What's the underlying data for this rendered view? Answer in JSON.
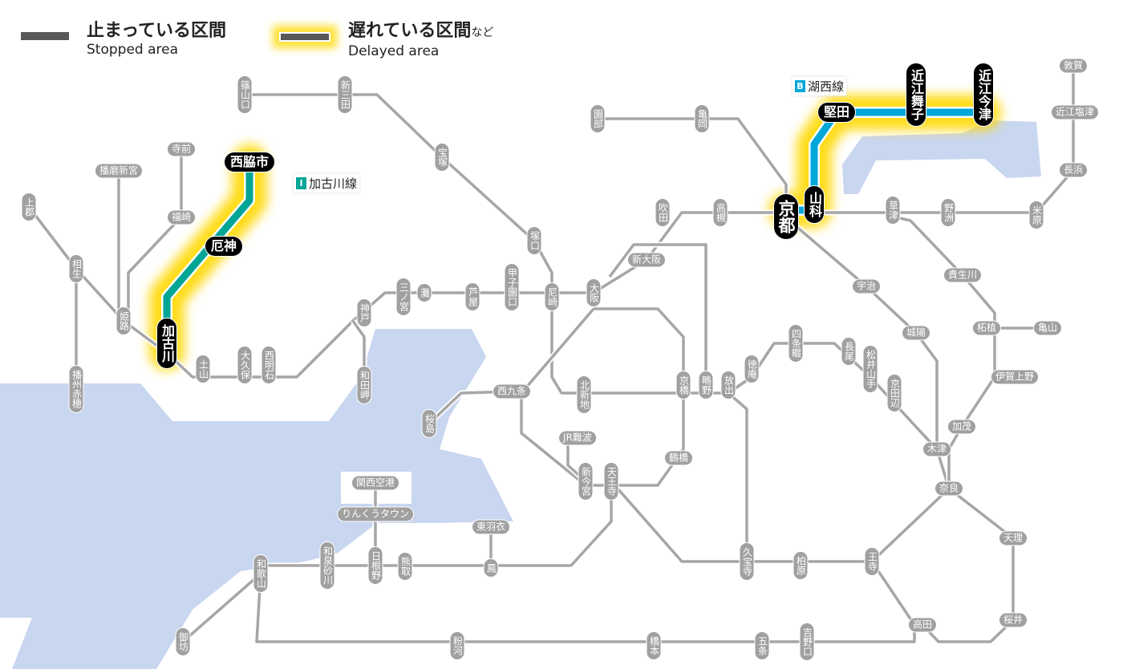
{
  "legend": {
    "stopped": {
      "jp": "止まっている区間",
      "en": "Stopped area",
      "color": "#58585a"
    },
    "delayed": {
      "jp": "遅れている区間",
      "jp_suffix": "など",
      "en": "Delayed area",
      "glow": "#ffe033"
    }
  },
  "line_labels": [
    {
      "badge": "I",
      "name": "加古川線",
      "color": "#00a596"
    },
    {
      "badge": "B",
      "name": "湖西線",
      "color": "#00a7d8"
    }
  ],
  "colors": {
    "water": "#c8d6f0",
    "line": "#a6a6a6",
    "station": "#a0a0a0",
    "highlight_station": "#000000",
    "kakogawa": "#00a596",
    "kosei": "#00a7d8"
  },
  "stations": [
    {
      "name": "篠山口"
    },
    {
      "name": "新三田"
    },
    {
      "name": "宝塚"
    },
    {
      "name": "塚口"
    },
    {
      "name": "尼崎"
    },
    {
      "name": "甲子園口"
    },
    {
      "name": "芦屋"
    },
    {
      "name": "灘"
    },
    {
      "name": "三ノ宮"
    },
    {
      "name": "神戸"
    },
    {
      "name": "和田岬"
    },
    {
      "name": "西明石"
    },
    {
      "name": "大久保"
    },
    {
      "name": "土山"
    },
    {
      "name": "加古川",
      "status": "delayed"
    },
    {
      "name": "厄神",
      "status": "delayed"
    },
    {
      "name": "西脇市",
      "status": "delayed"
    },
    {
      "name": "姫路"
    },
    {
      "name": "相生"
    },
    {
      "name": "上郡"
    },
    {
      "name": "播磨新宮"
    },
    {
      "name": "寺前"
    },
    {
      "name": "福崎"
    },
    {
      "name": "播州赤穂"
    },
    {
      "name": "大阪"
    },
    {
      "name": "新大阪"
    },
    {
      "name": "吹田"
    },
    {
      "name": "高槻"
    },
    {
      "name": "京都",
      "status": "delayed"
    },
    {
      "name": "山科",
      "status": "delayed"
    },
    {
      "name": "堅田",
      "status": "delayed"
    },
    {
      "name": "近江舞子",
      "status": "delayed"
    },
    {
      "name": "近江今津",
      "status": "delayed"
    },
    {
      "name": "近江塩津"
    },
    {
      "name": "敦賀"
    },
    {
      "name": "長浜"
    },
    {
      "name": "米原"
    },
    {
      "name": "野洲"
    },
    {
      "name": "草津"
    },
    {
      "name": "貴生川"
    },
    {
      "name": "柘植"
    },
    {
      "name": "亀山"
    },
    {
      "name": "伊賀上野"
    },
    {
      "name": "加茂"
    },
    {
      "name": "木津"
    },
    {
      "name": "奈良"
    },
    {
      "name": "天理"
    },
    {
      "name": "桜井"
    },
    {
      "name": "高田"
    },
    {
      "name": "王寺"
    },
    {
      "name": "柏原"
    },
    {
      "name": "久宝寺"
    },
    {
      "name": "宇治"
    },
    {
      "name": "城陽"
    },
    {
      "name": "京田辺"
    },
    {
      "name": "松井山手"
    },
    {
      "name": "長尾"
    },
    {
      "name": "四条畷"
    },
    {
      "name": "徳庵"
    },
    {
      "name": "放出"
    },
    {
      "name": "鴫野"
    },
    {
      "name": "京橋"
    },
    {
      "name": "北新地"
    },
    {
      "name": "西九条"
    },
    {
      "name": "桜島"
    },
    {
      "name": "鶴橋"
    },
    {
      "name": "JR難波"
    },
    {
      "name": "新今宮"
    },
    {
      "name": "天王寺"
    },
    {
      "name": "園部"
    },
    {
      "name": "亀岡"
    },
    {
      "name": "関西空港"
    },
    {
      "name": "りんくうタウン"
    },
    {
      "name": "日根野"
    },
    {
      "name": "熊取"
    },
    {
      "name": "東羽衣"
    },
    {
      "name": "鳳"
    },
    {
      "name": "和泉砂川"
    },
    {
      "name": "和歌山"
    },
    {
      "name": "御坊"
    },
    {
      "name": "粉河"
    },
    {
      "name": "橋本"
    },
    {
      "name": "五条"
    },
    {
      "name": "吉野口"
    }
  ]
}
